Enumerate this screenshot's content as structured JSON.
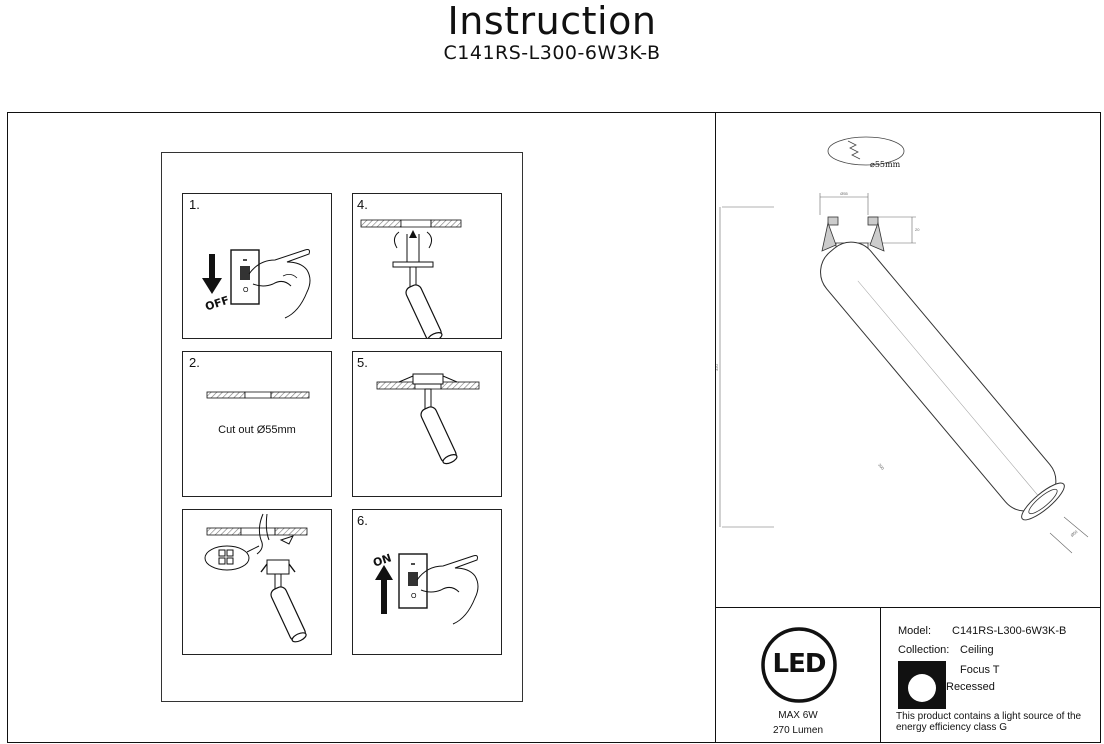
{
  "header": {
    "title": "Instruction",
    "model_code": "C141RS-L300-6W3K-B"
  },
  "steps": [
    {
      "number": "1.",
      "caption": "",
      "switch_label": "OFF"
    },
    {
      "number": "2.",
      "caption": "Cut out Ø55mm"
    },
    {
      "number": "",
      "caption": ""
    },
    {
      "number": "4.",
      "caption": ""
    },
    {
      "number": "5.",
      "caption": ""
    },
    {
      "number": "6.",
      "caption": "",
      "switch_label": "ON"
    }
  ],
  "drawing": {
    "cutout_label": "⌀55mm"
  },
  "info": {
    "led_logo": "LED",
    "max_power": "MAX 6W",
    "lumen": "270 Lumen",
    "model_label": "Model:",
    "model_value": "C141RS-L300-6W3K-B",
    "collection_label": "Collection:",
    "collection_value": "Ceiling",
    "series": "Focus T",
    "mount": "Recessed",
    "energy_note": "This product contains a light source of the energy efficiency class G"
  },
  "colors": {
    "ink": "#111111",
    "hatch": "#888888"
  }
}
